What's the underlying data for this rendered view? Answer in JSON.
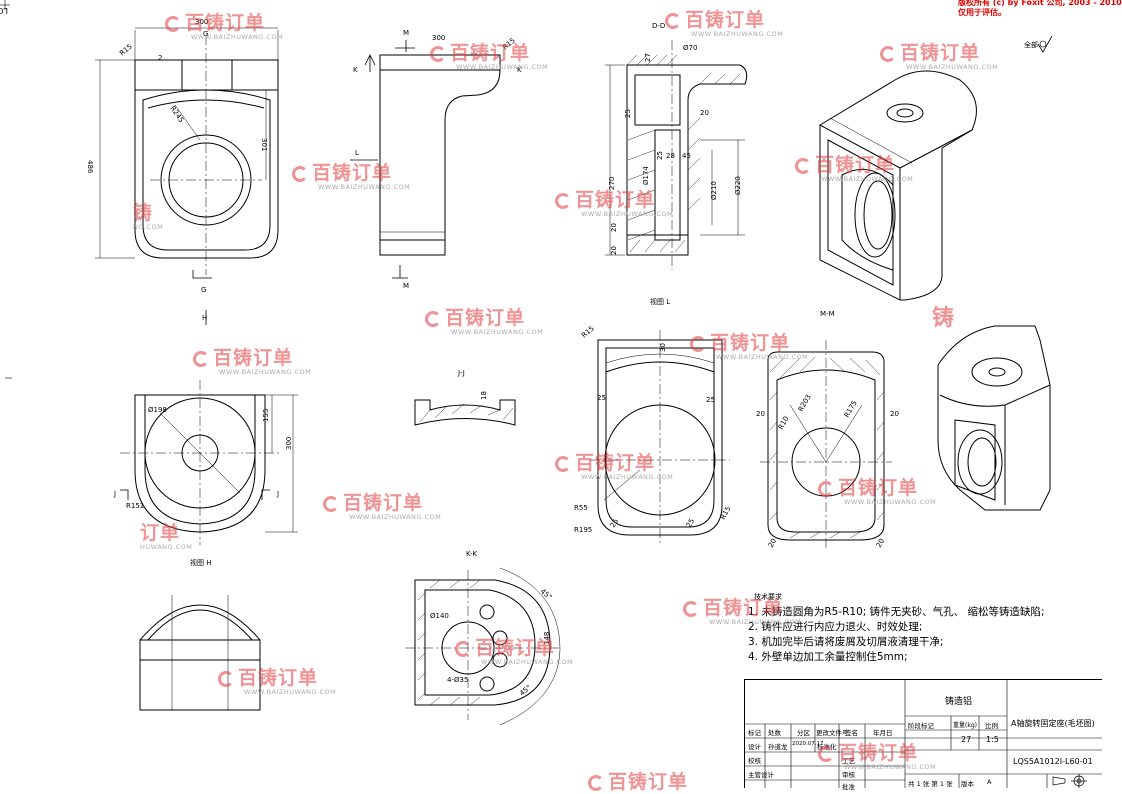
{
  "header": {
    "foxit_line1": "版权所有 (c) by Foxit 公司, 2003 - 2010",
    "foxit_line2": "仅用于评估。",
    "rotated_code": "LQS5A1012I-L60-01",
    "roughness_label": "全部"
  },
  "views": {
    "g_view_label": "G",
    "h_view_label": "H",
    "k_label": "K",
    "m_label": "M",
    "l_label": "L",
    "j_label": "J",
    "view_l": "视图 L",
    "view_h": "视图 H",
    "jj": "J-J",
    "kk": "K-K",
    "mm": "M-M",
    "dd": "D-D"
  },
  "dimensions": {
    "d300a": "300",
    "r15a": "R15",
    "d2": "2",
    "r245": "R245",
    "d301": "301",
    "d486": "486",
    "d300b": "300",
    "r15b": "R15",
    "d27": "27",
    "phi70": "Ø70",
    "d25a": "25",
    "d20a": "20",
    "d25b": "25",
    "d28": "28",
    "d45": "45",
    "d270": "270",
    "phi174": "Ø174",
    "phi210": "Ø210",
    "phi220": "Ø220",
    "d20b": "20",
    "d20c": "20",
    "phi198": "Ø198",
    "d155": "155",
    "d300c": "300",
    "r151": "R151",
    "d18": "18",
    "r15c": "R15",
    "d30": "30",
    "d25c": "25",
    "d25d": "25",
    "r55": "R55",
    "r195": "R195",
    "d25e": "25",
    "d25f": "25",
    "r15d": "R15",
    "d20d": "20",
    "r10": "R10",
    "r203": "R203",
    "r175": "R175",
    "d20e": "20",
    "d20f": "20",
    "d20g": "20",
    "d45deg_a": "45°",
    "phi140": "Ø140",
    "d148": "148",
    "phi35": "4-Ø35",
    "d45deg_b": "45°"
  },
  "notes": {
    "title": "技术要求",
    "lines": [
      "1. 未铸造圆角为R5-R10; 铸件无夹砂、气孔、  缩松等铸造缺陷;",
      "2. 铸件应进行内应力退火、时效处理;",
      "3. 机加完毕后请将废屑及切屑液清理干净;",
      "4. 外壁单边加工余量控制住5mm;"
    ]
  },
  "title_block": {
    "material": "铸造铝",
    "part_name": "A轴旋转固定座(毛坯图)",
    "drawing_no": "LQS5A1012I-L60-01",
    "h_mark": "标记",
    "h_count": "处数",
    "h_zone": "分区",
    "h_change": "更改文件号",
    "h_sign": "签名",
    "h_date": "年月日",
    "design": "设计",
    "designer": "孙道龙",
    "date": "2020.07.17",
    "standard": "标准化",
    "stage": "阶段标记",
    "weight": "重量(kg)",
    "scale": "比例",
    "weight_val": "27",
    "scale_val": "1:5",
    "check": "校核",
    "process": "工艺",
    "supervisor": "主管设计",
    "review": "审核",
    "approve": "批准",
    "sheets": "共 1 张  第 1 张",
    "version": "版本",
    "version_val": "A"
  },
  "watermark": {
    "brand": "百铸订单",
    "url": "WWW.BAIZHUWANG.COM",
    "partial1": "订单",
    "partial1_url": "HUWANG.COM",
    "partial2": "铸",
    "partial2_url": "NG.COM"
  },
  "colors": {
    "line": "#000000",
    "watermark": "#e23a3e",
    "foxit": "#e00000"
  }
}
